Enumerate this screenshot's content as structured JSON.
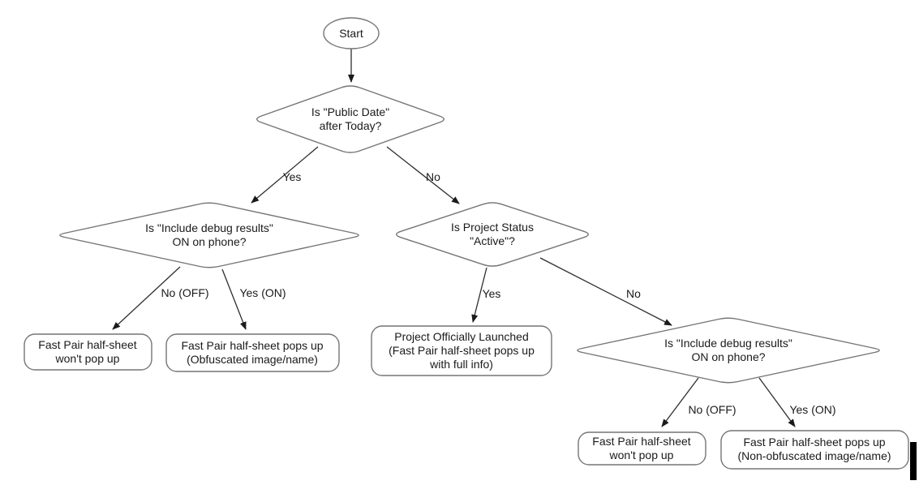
{
  "diagram": {
    "type": "flowchart",
    "colors": {
      "background": "#ffffff",
      "shape_stroke": "#757575",
      "edge_stroke": "#2e2e2e",
      "text": "#1a1a1a",
      "artifact_bar": "#000000"
    },
    "nodes": {
      "start": {
        "type": "start",
        "label": "Start"
      },
      "public_date": {
        "type": "decision",
        "line1": "Is \"Public Date\"",
        "line2": "after Today?"
      },
      "debug_left": {
        "type": "decision",
        "line1": "Is \"Include debug results\"",
        "line2": "ON on phone?"
      },
      "project_status": {
        "type": "decision",
        "line1": "Is Project Status",
        "line2": "\"Active\"?"
      },
      "debug_right": {
        "type": "decision",
        "line1": "Is \"Include debug results\"",
        "line2": "ON on phone?"
      },
      "no_popup_left": {
        "type": "terminal",
        "line1": "Fast Pair half-sheet",
        "line2": "won't pop up"
      },
      "obfuscated": {
        "type": "terminal",
        "line1": "Fast Pair half-sheet pops up",
        "line2": "(Obfuscated image/name)"
      },
      "launched": {
        "type": "terminal",
        "line1": "Project Officially Launched",
        "line2": "(Fast Pair half-sheet pops up",
        "line3": "with full info)"
      },
      "no_popup_right": {
        "type": "terminal",
        "line1": "Fast Pair half-sheet",
        "line2": "won't pop up"
      },
      "non_obfuscated": {
        "type": "terminal",
        "line1": "Fast Pair half-sheet pops up",
        "line2": "(Non-obfuscated image/name)"
      }
    },
    "edge_labels": {
      "public_date_yes": "Yes",
      "public_date_no": "No",
      "debug_left_no": "No (OFF)",
      "debug_left_yes": "Yes (ON)",
      "project_status_yes": "Yes",
      "project_status_no": "No",
      "debug_right_no": "No (OFF)",
      "debug_right_yes": "Yes (ON)"
    }
  }
}
